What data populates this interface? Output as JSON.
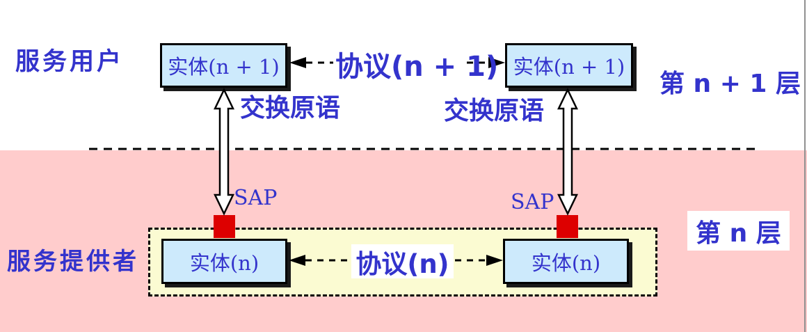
{
  "colors": {
    "pink_bg": "#ffcccc",
    "box_fill": "#cdeafc",
    "yellow_fill": "#fbfbd2",
    "red_sap": "#dd0000",
    "blue_text": "#3333cc",
    "edge_gray": "#8f8f8f"
  },
  "upper_layer": {
    "user_label": "服务用户",
    "layer_label": "第 n + 1 层",
    "left_entity": "实体(n + 1)",
    "right_entity": "实体(n + 1)",
    "protocol_label": "协议(n + 1)",
    "left_primitive_label": "交换原语",
    "right_primitive_label": "交换原语"
  },
  "lower_layer": {
    "provider_label": "服务提供者",
    "layer_label": "第 n 层",
    "left_entity": "实体(n)",
    "right_entity": "实体(n)",
    "protocol_label": "协议(n)",
    "left_sap_label": "SAP",
    "right_sap_label": "SAP"
  }
}
